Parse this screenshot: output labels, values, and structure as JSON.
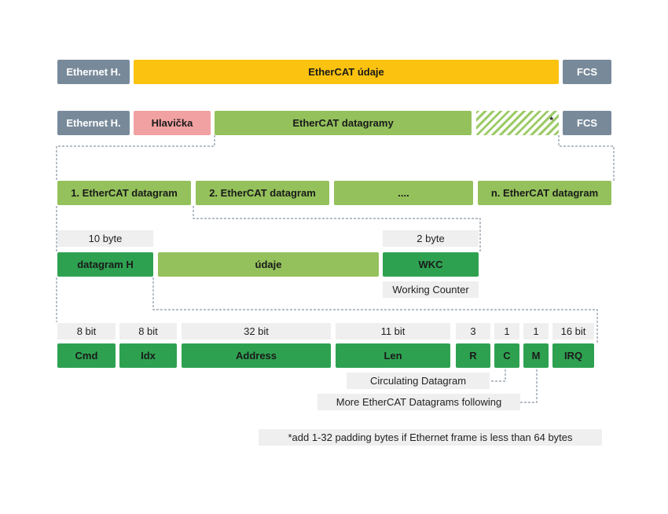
{
  "row1": {
    "ethernet_header": "Ethernet H.",
    "ethercat_data": "EtherCAT údaje",
    "fcs": "FCS"
  },
  "row2": {
    "ethernet_header": "Ethernet H.",
    "header": "Hlavička",
    "datagrams": "EtherCAT datagramy",
    "padding_mark": "*",
    "fcs": "FCS"
  },
  "row3": {
    "datagram_1": "1. EtherCAT datagram",
    "datagram_2": "2. EtherCAT datagram",
    "ellipsis": "....",
    "datagram_n": "n. EtherCAT datagram"
  },
  "row4": {
    "size_header": "10 byte",
    "size_wkc": "2 byte",
    "datagram_header": "datagram H",
    "data": "údaje",
    "wkc": "WKC",
    "wkc_caption": "Working Counter"
  },
  "row5": {
    "fields": [
      {
        "size": "8 bit",
        "name": "Cmd"
      },
      {
        "size": "8 bit",
        "name": "Idx"
      },
      {
        "size": "32 bit",
        "name": "Address"
      },
      {
        "size": "11 bit",
        "name": "Len"
      },
      {
        "size": "3",
        "name": "R"
      },
      {
        "size": "1",
        "name": "C"
      },
      {
        "size": "1",
        "name": "M"
      },
      {
        "size": "16 bit",
        "name": "IRQ"
      }
    ],
    "circulating_caption": "Circulating Datagram",
    "more_caption": "More EtherCAT Datagrams following"
  },
  "footnote": "*add 1-32 padding bytes if Ethernet frame is less than 64 bytes",
  "colors": {
    "header_grey": "#788a9a",
    "data_yellow": "#fbc20f",
    "header_pink": "#f2a1a2",
    "light_green": "#94c15b",
    "dark_green": "#2ea151",
    "label_grey": "#efefef"
  }
}
